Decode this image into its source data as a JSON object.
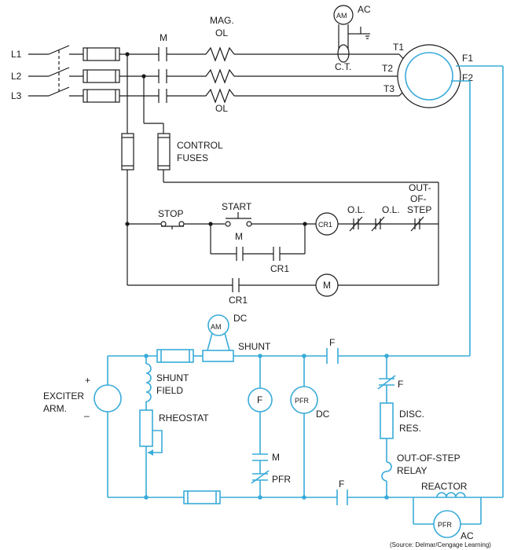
{
  "labels": {
    "l1": "L1",
    "l2": "L2",
    "l3": "L3",
    "m_top": "M",
    "mag": "MAG.",
    "ol_top": "OL",
    "ol_bottom": "OL",
    "am_top": "AM",
    "ac_top": "AC",
    "ct": "C.T.",
    "t1": "T1",
    "t2": "T2",
    "t3": "T3",
    "f1": "F1",
    "f2": "F2",
    "control": "CONTROL",
    "fuses": "FUSES",
    "stop": "STOP",
    "start": "START",
    "m_seal": "M",
    "cr1_seal": "CR1",
    "cr1_coil": "CR1",
    "ol1": "O.L.",
    "ol2": "O.L.",
    "oos1": "OUT-",
    "oos2": "OF-",
    "oos3": "STEP",
    "cr1_m": "CR1",
    "m_coil": "M",
    "am_dc": "AM",
    "dc_top": "DC",
    "shunt": "SHUNT",
    "f_contact_top": "F",
    "plus": "+",
    "minus": "–",
    "exciter": "EXCITER",
    "arm": "ARM.",
    "shunt_field_1": "SHUNT",
    "shunt_field_2": "FIELD",
    "f_coil": "F",
    "pfr_dc": "PFR",
    "dc_label": "DC",
    "f_nc": "F",
    "disc1": "DISC.",
    "disc2": "RES.",
    "rheostat": "RHEOSTAT",
    "m_contact": "M",
    "pfr_contact": "PFR",
    "oos_relay1": "OUT-OF-STEP",
    "oos_relay2": "RELAY",
    "f_contact_bot": "F",
    "reactor": "REACTOR",
    "pfr_ac": "PFR",
    "ac_bottom": "AC",
    "source": "(Source: Delmar/Cengage Learning)"
  },
  "colors": {
    "power_wiring": "#1a1a1a",
    "excitation_wiring": "#39abd9"
  }
}
